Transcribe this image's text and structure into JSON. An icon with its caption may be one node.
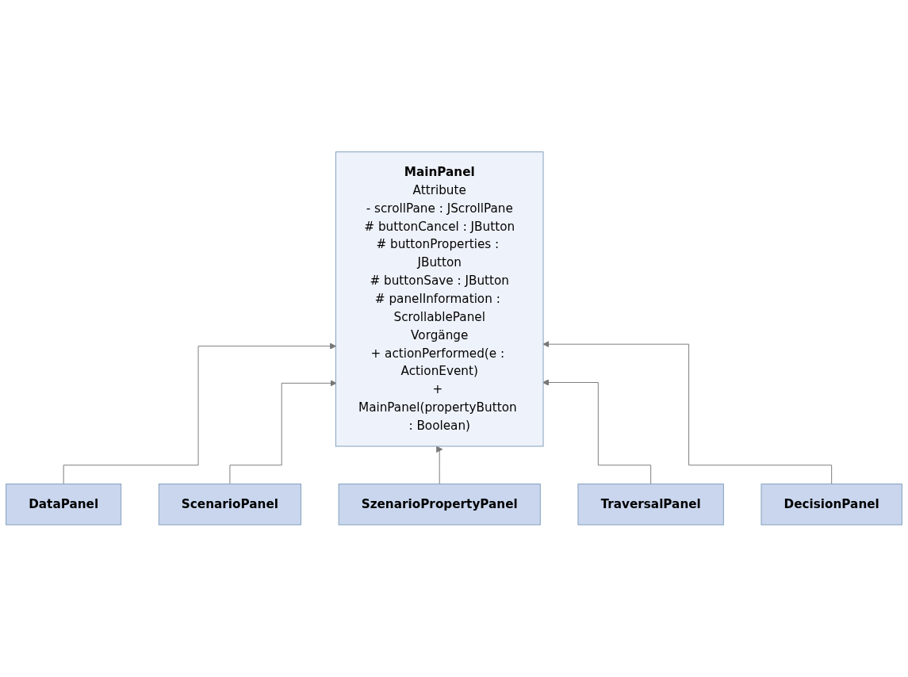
{
  "diagram": {
    "nodes": [
      {
        "text": [
          "MainPanel",
          "Attribute",
          "- scrollPane : JScrollPane",
          "# buttonCancel : JButton",
          "# buttonProperties : JButton",
          "# buttonSave : JButton",
          "# panelInformation : ScrollablePanel",
          "Vorgänge",
          "+ actionPerformed(e : ActionEvent)",
          "+ MainPanel(propertyButton : Boolean)"
        ]
      },
      {
        "text": [
          "DataPanel"
        ]
      },
      {
        "text": [
          "TraversalPanel"
        ]
      },
      {
        "text": [
          "DecisionPanel"
        ]
      },
      {
        "text": [
          "ScenarioPanel"
        ]
      },
      {
        "text": [
          "SzenarioPropertyPanel"
        ]
      }
    ],
    "edges": [
      {
        "from": 1,
        "to": 0,
        "arrow": "to"
      },
      {
        "from": 4,
        "to": 0,
        "arrow": "to"
      },
      {
        "from": 5,
        "to": 0,
        "arrow": "to"
      },
      {
        "from": 2,
        "to": 0,
        "arrow": "to"
      },
      {
        "from": 3,
        "to": 0,
        "arrow": "to"
      }
    ]
  }
}
